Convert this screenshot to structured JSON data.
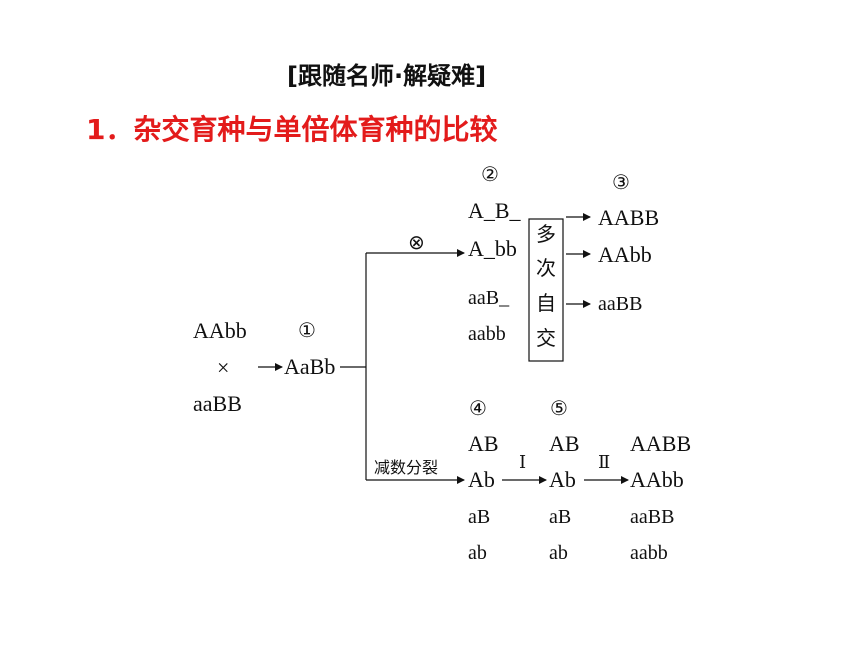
{
  "header": "[跟随名师·解疑难]",
  "title": "1．杂交育种与单倍体育种的比较",
  "parents": {
    "p1": "AAbb",
    "cross": "×",
    "p2": "aaBB"
  },
  "f1": "AaBb",
  "labels": {
    "n1": "①",
    "n2": "②",
    "n3": "③",
    "n4": "④",
    "n5": "⑤"
  },
  "selfing_symbol": "⊗",
  "f2_genotypes": [
    "A_B_",
    "A_bb",
    "aaB_",
    "aabb"
  ],
  "box_chars": [
    "多",
    "次",
    "自",
    "交"
  ],
  "pure_lines": [
    "AABB",
    "AAbb",
    "aaBB"
  ],
  "meiosis_label": "减数分裂",
  "gametes": [
    "AB",
    "Ab",
    "aB",
    "ab"
  ],
  "haploids": [
    "AB",
    "Ab",
    "aB",
    "ab"
  ],
  "roman": {
    "r1": "Ⅰ",
    "r2": "Ⅱ"
  },
  "doubled": [
    "AABB",
    "AAbb",
    "aaBB",
    "aabb"
  ]
}
